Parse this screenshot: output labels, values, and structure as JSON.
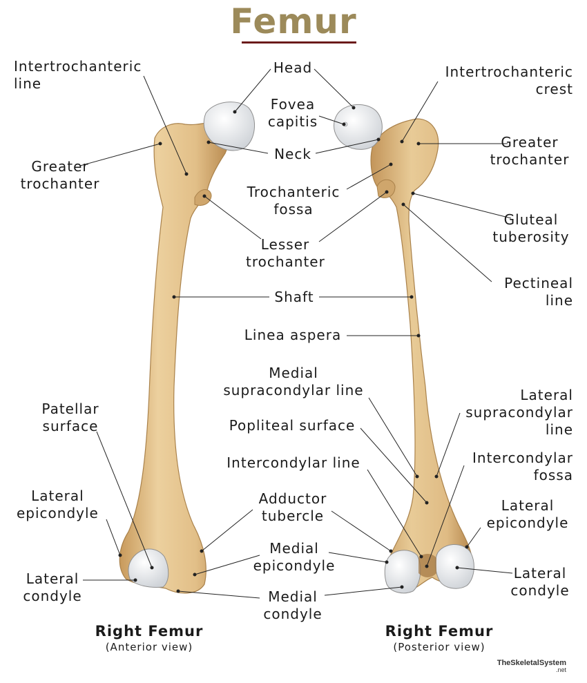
{
  "title": "Femur",
  "views": {
    "anterior": {
      "title": "Right Femur",
      "subtitle": "(Anterior view)"
    },
    "posterior": {
      "title": "Right Femur",
      "subtitle": "(Posterior view)"
    }
  },
  "labels": {
    "intertrochanteric_line": [
      "Intertrochanteric",
      "line"
    ],
    "head": [
      "Head"
    ],
    "intertrochanteric_crest": [
      "Intertrochanteric",
      "crest"
    ],
    "fovea_capitis": [
      "Fovea",
      "capitis"
    ],
    "greater_trochanter_left": [
      "Greater",
      "trochanter"
    ],
    "neck": [
      "Neck"
    ],
    "greater_trochanter_right": [
      "Greater",
      "trochanter"
    ],
    "trochanteric_fossa": [
      "Trochanteric",
      "fossa"
    ],
    "gluteal_tuberosity": [
      "Gluteal",
      "tuberosity"
    ],
    "lesser_trochanter": [
      "Lesser",
      "trochanter"
    ],
    "pectineal_line": [
      "Pectineal",
      "line"
    ],
    "shaft": [
      "Shaft"
    ],
    "linea_aspera": [
      "Linea aspera"
    ],
    "medial_supracondylar_line": [
      "Medial",
      "supracondylar line"
    ],
    "lateral_supracondylar_line": [
      "Lateral",
      "supracondylar",
      "line"
    ],
    "patellar_surface": [
      "Patellar",
      "surface"
    ],
    "popliteal_surface": [
      "Popliteal surface"
    ],
    "intercondylar_line": [
      "Intercondylar line"
    ],
    "intercondylar_fossa": [
      "Intercondylar",
      "fossa"
    ],
    "lateral_epicondyle_left": [
      "Lateral",
      "epicondyle"
    ],
    "adductor_tubercle": [
      "Adductor",
      "tubercle"
    ],
    "lateral_epicondyle_right": [
      "Lateral",
      "epicondyle"
    ],
    "medial_epicondyle": [
      "Medial",
      "epicondyle"
    ],
    "lateral_condyle_left": [
      "Lateral",
      "condyle"
    ],
    "lateral_condyle_right": [
      "Lateral",
      "condyle"
    ],
    "medial_condyle": [
      "Medial",
      "condyle"
    ]
  },
  "credit": {
    "name": "TheSkeletalSystem",
    "suffix": ".net"
  },
  "colors": {
    "bone": "#e3c08a",
    "bone_shade": "#c69a5c",
    "cartilage": "#e9ecef",
    "title": "#9c8a5a",
    "rule": "#6b1a1a"
  }
}
